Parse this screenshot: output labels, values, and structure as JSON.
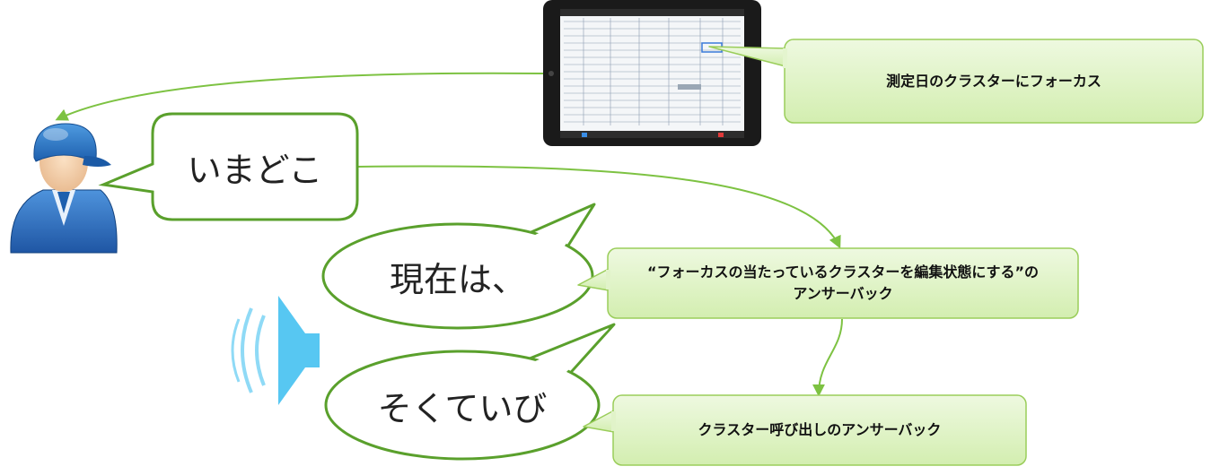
{
  "speech": {
    "user_query": "いまどこ",
    "response_part1": "現在は、",
    "response_part2": "そくていび"
  },
  "callouts": {
    "focus_note": "測定日のクラスターにフォーカス",
    "edit_answerback_line1": "“フォーカスの当たっているクラスターを編集状態にする”の",
    "edit_answerback_line2": "アンサーバック",
    "call_answerback": "クラスター呼び出しのアンサーバック"
  },
  "colors": {
    "callout_fill": "#dcf2c1",
    "callout_border": "#9acd5a",
    "bubble_border": "#5aa02c",
    "arrow": "#7dc242",
    "speaker": "#57c7f2"
  },
  "icons": [
    "worker-icon",
    "tablet-icon",
    "speaker-icon"
  ]
}
